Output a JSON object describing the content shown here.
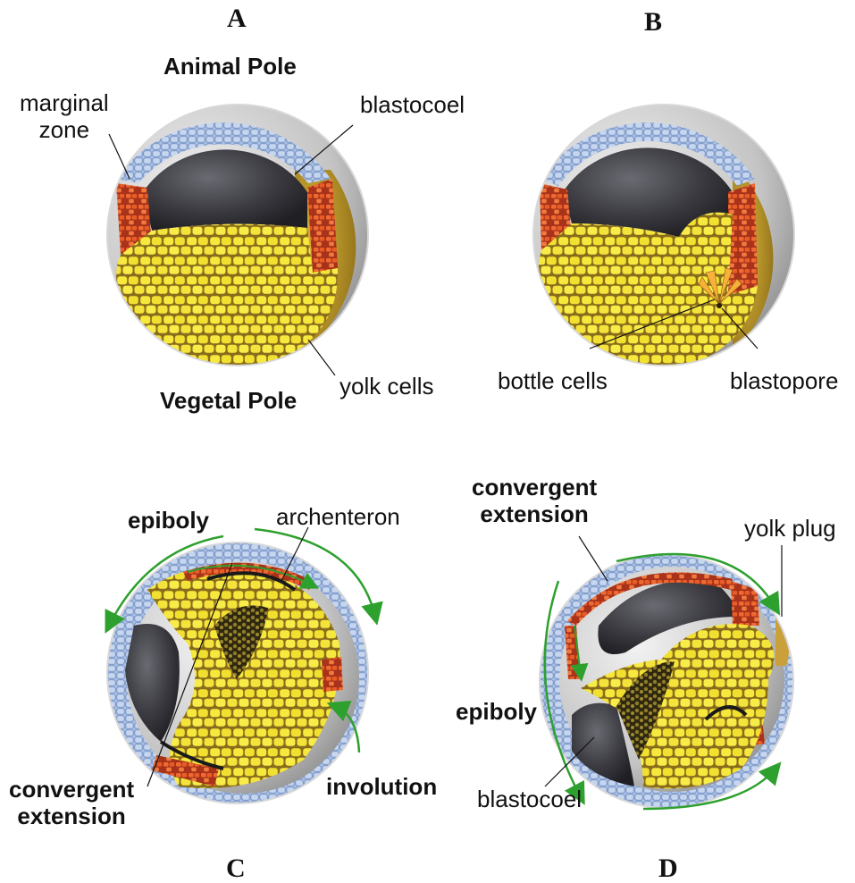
{
  "panels": {
    "A": {
      "letter": "A",
      "labels": {
        "animal_pole": "Animal Pole",
        "vegetal_pole": "Vegetal Pole",
        "marginal_zone": "marginal\nzone",
        "blastocoel": "blastocoel",
        "yolk_cells": "yolk cells"
      }
    },
    "B": {
      "letter": "B",
      "labels": {
        "bottle_cells": "bottle cells",
        "blastopore": "blastopore"
      }
    },
    "C": {
      "letter": "C",
      "labels": {
        "epiboly": "epiboly",
        "archenteron": "archenteron",
        "convergent_extension": "convergent\nextension",
        "involution": "involution"
      }
    },
    "D": {
      "letter": "D",
      "labels": {
        "convergent_extension": "convergent\nextension",
        "yolk_plug": "yolk plug",
        "epiboly": "epiboly",
        "blastocoel": "blastocoel"
      }
    }
  },
  "colors": {
    "ectoderm": "#9ab2d8",
    "marginal": "#e8652a",
    "yolk": "#f4e33a",
    "yolk_shadow": "#c9a82b",
    "blastocoel": "#3a3a40",
    "outer_shell": "#cfcfcf",
    "arrow": "#2ea02e"
  }
}
